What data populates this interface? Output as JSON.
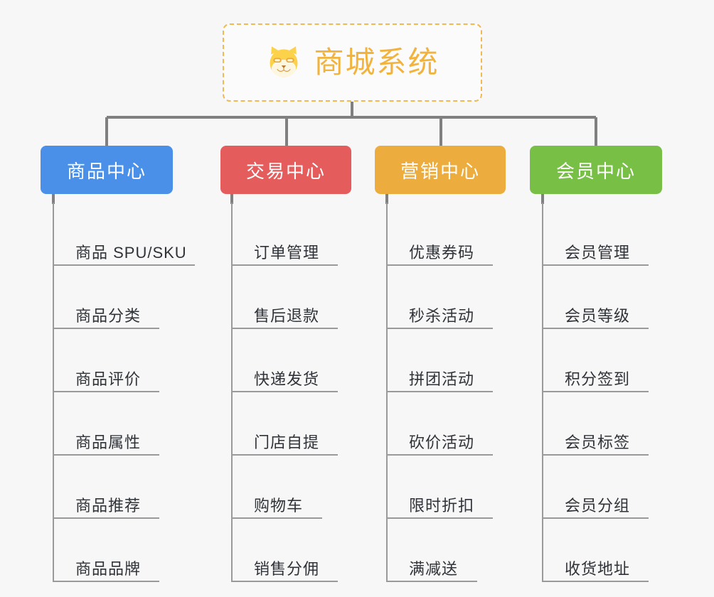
{
  "diagram": {
    "title": "商城系统",
    "icon": "shiba-dog-icon",
    "root_border_color": "#f0b951",
    "root_title_color": "#f2b33d",
    "background_color": "#f7f7f7",
    "connector_color": "#808080",
    "leaf_line_color": "#9a9a9a",
    "leaf_text_color": "#2f3338"
  },
  "branches": [
    {
      "label": "商品中心",
      "color": "#4a90e8",
      "items": [
        {
          "label": "商品 SPU/SKU",
          "rule_width": 200
        },
        {
          "label": "商品分类",
          "rule_width": 150
        },
        {
          "label": "商品评价",
          "rule_width": 150
        },
        {
          "label": "商品属性",
          "rule_width": 150
        },
        {
          "label": "商品推荐",
          "rule_width": 150
        },
        {
          "label": "商品品牌",
          "rule_width": 150
        }
      ]
    },
    {
      "label": "交易中心",
      "color": "#e55c5c",
      "items": [
        {
          "label": "订单管理",
          "rule_width": 150
        },
        {
          "label": "售后退款",
          "rule_width": 150
        },
        {
          "label": "快递发货",
          "rule_width": 150
        },
        {
          "label": "门店自提",
          "rule_width": 150
        },
        {
          "label": "购物车",
          "rule_width": 128
        },
        {
          "label": "销售分佣",
          "rule_width": 150
        }
      ]
    },
    {
      "label": "营销中心",
      "color": "#edad3e",
      "items": [
        {
          "label": "优惠券码",
          "rule_width": 150
        },
        {
          "label": "秒杀活动",
          "rule_width": 150
        },
        {
          "label": "拼团活动",
          "rule_width": 150
        },
        {
          "label": "砍价活动",
          "rule_width": 150
        },
        {
          "label": "限时折扣",
          "rule_width": 150
        },
        {
          "label": "满减送",
          "rule_width": 128
        }
      ]
    },
    {
      "label": "会员中心",
      "color": "#78bf45",
      "items": [
        {
          "label": "会员管理",
          "rule_width": 150
        },
        {
          "label": "会员等级",
          "rule_width": 150
        },
        {
          "label": "积分签到",
          "rule_width": 150
        },
        {
          "label": "会员标签",
          "rule_width": 150
        },
        {
          "label": "会员分组",
          "rule_width": 150
        },
        {
          "label": "收货地址",
          "rule_width": 150
        }
      ]
    }
  ]
}
